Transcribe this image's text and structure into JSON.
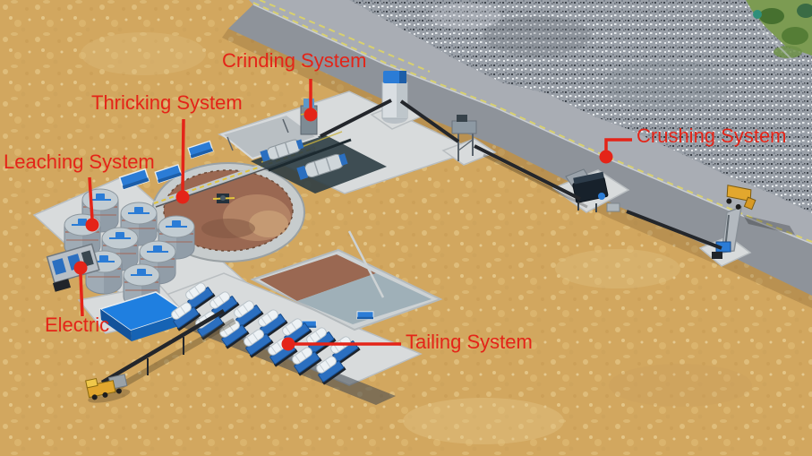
{
  "annotations": {
    "grinding": {
      "label": "Crinding System"
    },
    "thickening": {
      "label": "Thricking System"
    },
    "leaching": {
      "label": "Leaching System"
    },
    "crushing": {
      "label": "Crushing System"
    },
    "electric": {
      "label": "Electric"
    },
    "tailing": {
      "label": "Tailing System"
    }
  },
  "palette": {
    "annotation_red": "#e42418",
    "sand": "#d2a75f",
    "sand_light": "#e9d096",
    "gravel": "#9aa0a8",
    "road": "#a9adb4",
    "wall": "#8e939a",
    "road_marking_yellow": "#d8d06e",
    "concrete_pad": "#d8dbdc",
    "machine_blue": "#2b7cd6",
    "building_blue": "#1f7fe0",
    "thickener_slurry_brown": "#9a6852",
    "pond_gray": "#9fb0b8",
    "truck_yellow": "#e2a72e",
    "vegetation_green": "#7c9b52",
    "conveyor_dark": "#23262b"
  },
  "icons": {
    "leader_dot": "annotation-dot",
    "leader_line": "annotation-leader-line"
  }
}
